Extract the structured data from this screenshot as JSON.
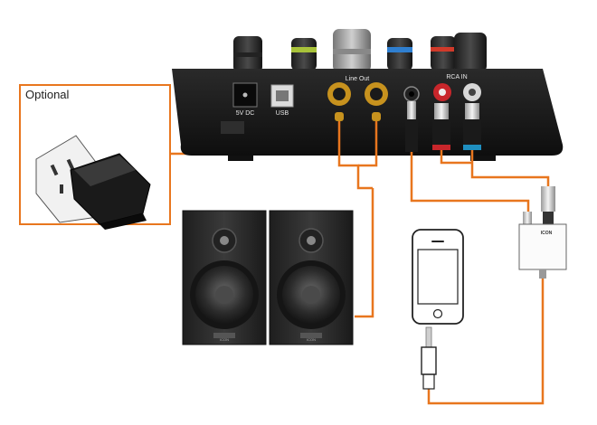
{
  "labels": {
    "optional": "Optional",
    "dc": "5V DC",
    "usb": "USB",
    "line_out": "Line Out",
    "rca_in": "RCA IN",
    "speaker_badge_left": "ICON",
    "speaker_badge_right": "ICON",
    "adapter_badge": "ICON"
  },
  "colors": {
    "cable": "#e8761e",
    "device_body": "#1a1a1a",
    "speaker_body": "#2b2b2b",
    "rca_red": "#c8262b",
    "rca_blue": "#1f8fc0",
    "gold_jack": "#c7921e"
  },
  "icons": [
    "wall-outlet-icon",
    "power-adapter-icon",
    "audio-interface-icon",
    "speaker-icon",
    "smartphone-icon",
    "rca-plug-icon",
    "trs-plug-icon",
    "audio-adapter-box-icon"
  ]
}
